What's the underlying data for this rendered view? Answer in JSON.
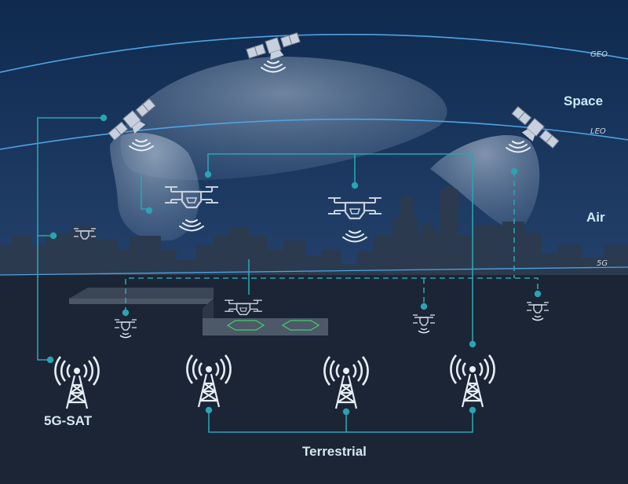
{
  "layers": {
    "geo": "GEO",
    "leo": "LEO",
    "g5": "5G",
    "space": "Space",
    "air": "Air",
    "sat": "5G-SAT",
    "terrestrial": "Terrestrial"
  },
  "icons": {
    "satellite": "satellite-icon",
    "drone": "drone-icon",
    "tower": "cell-tower-icon",
    "signal": "signal-waves-icon"
  },
  "colors": {
    "sky_top": "#0f2a4e",
    "sky_bottom": "#3e5a7e",
    "ground": "#1b2535",
    "orbit": "#4fa3e3",
    "link": "#2aa3b3",
    "icon": "#c7d0dc",
    "waves": "#e7eef6",
    "pad": "#3fcf6a"
  }
}
